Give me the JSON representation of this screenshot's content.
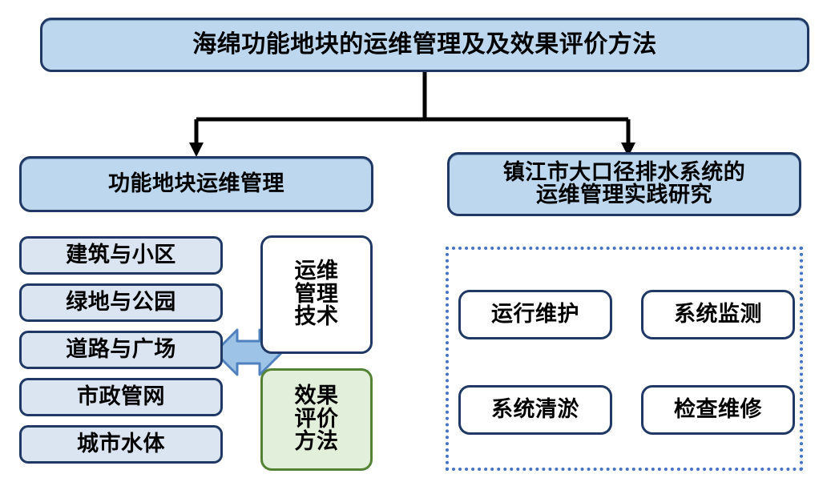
{
  "diagram": {
    "title_box": {
      "label": "海绵功能地块的运维管理及及效果评价方法",
      "fill": "#bdd7ee",
      "border": "#1f3864"
    },
    "branches": [
      {
        "id": "left-branch",
        "label": "功能地块运维管理",
        "fill": "#bdd7ee",
        "border": "#1f3864"
      },
      {
        "id": "right-branch",
        "label_line1": "镇江市大口径排水系统的",
        "label_line2": "运维管理实践研究",
        "fill": "#bdd7ee",
        "border": "#1f3864"
      }
    ],
    "left_column": {
      "items": [
        {
          "label": "建筑与小区"
        },
        {
          "label": "绿地与公园"
        },
        {
          "label": "道路与广场"
        },
        {
          "label": "市政管网"
        },
        {
          "label": "城市水体"
        }
      ],
      "fill": "#dbe5f1",
      "border": "#1f3864"
    },
    "middle_column": {
      "tech_box": {
        "line1": "运维",
        "line2": "管理",
        "line3": "技术",
        "fill": "#ffffff",
        "border": "#1f3864"
      },
      "eval_box": {
        "line1": "效果",
        "line2": "评价",
        "line3": "方法",
        "fill": "#e2efda",
        "border": "#548235"
      }
    },
    "connector": {
      "double_arrow_name": "double-headed-arrow",
      "double_arrow_color": "#4f81bd",
      "tree_line_color": "#000000"
    },
    "right_panel": {
      "border_color": "#4472c4",
      "border_style": "dotted",
      "items": [
        {
          "label": "运行维护"
        },
        {
          "label": "系统监测"
        },
        {
          "label": "系统清淤"
        },
        {
          "label": "检查维修"
        }
      ],
      "fill": "#ffffff",
      "border": "#1f3864"
    }
  }
}
